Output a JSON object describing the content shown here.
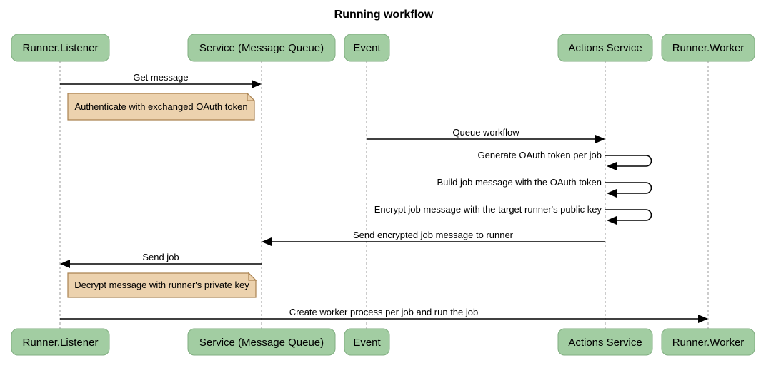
{
  "title": "Running workflow",
  "actors": [
    {
      "label": "Runner.Listener"
    },
    {
      "label": "Service (Message Queue)"
    },
    {
      "label": "Event"
    },
    {
      "label": "Actions Service"
    },
    {
      "label": "Runner.Worker"
    }
  ],
  "messages": {
    "get_message": "Get message",
    "queue_workflow": "Queue workflow",
    "generate_oauth": "Generate OAuth token per job",
    "build_job_message": "Build job message with the OAuth token",
    "encrypt_job_message": "Encrypt job message with the target runner's public key",
    "send_encrypted": "Send encrypted job message to runner",
    "send_job": "Send job",
    "create_worker": "Create worker process per job and run the job"
  },
  "notes": {
    "authenticate": "Authenticate with exchanged OAuth token",
    "decrypt": "Decrypt message with runner's private key"
  },
  "colors": {
    "actor_fill": "#a2cda2",
    "actor_border": "#81ae81",
    "note_fill": "#ecd2ae",
    "note_border": "#aa8352",
    "lifeline": "#999999",
    "arrow": "#000000",
    "text": "#000000",
    "bg": "#ffffff"
  }
}
